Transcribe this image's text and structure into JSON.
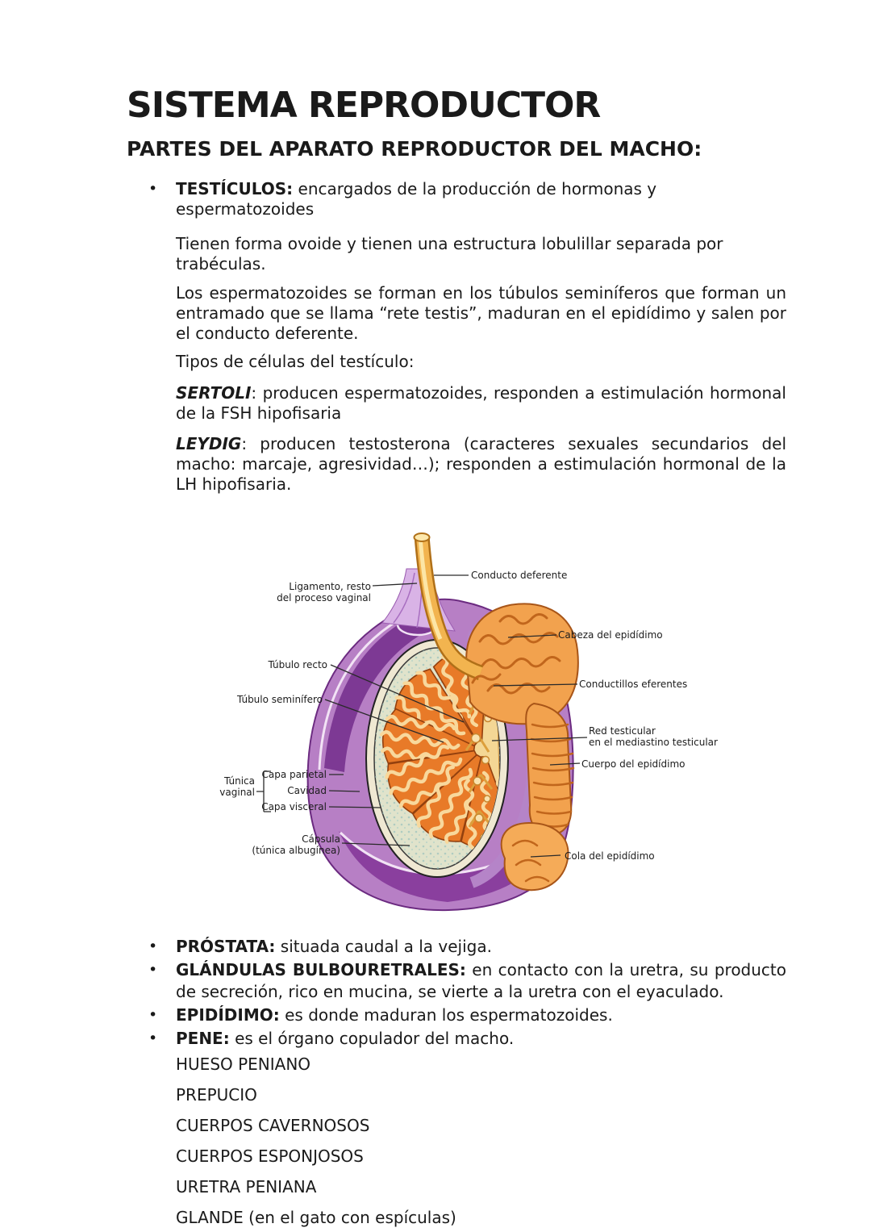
{
  "page": {
    "title": "SISTEMA REPRODUCTOR",
    "subtitle": "PARTES DEL APARATO REPRODUCTOR DEL MACHO:"
  },
  "testiculos": {
    "term": "TESTÍCULOS:",
    "desc": " encargados de la producción de hormonas y espermatozoides",
    "p1": "Tienen forma ovoide y tienen una estructura lobulillar separada por trabéculas.",
    "p2": "Los espermatozoides se forman en los túbulos seminíferos que forman un entramado que se llama “rete testis”, maduran en el epidídimo y salen por el conducto deferente.",
    "p3": "Tipos de células del testículo:",
    "sertoli_term": "SERTOLI",
    "sertoli_desc": ": producen espermatozoides, responden a estimulación hormonal de la FSH hipofisaria",
    "leydig_term": "LEYDIG",
    "leydig_desc": ": producen testosterona (caracteres sexuales secundarios del macho: marcaje, agresividad…); responden a estimulación hormonal de la LH hipofisaria."
  },
  "diagram": {
    "labels": {
      "conducto_deferente": "Conducto deferente",
      "ligamento_l1": "Ligamento, resto",
      "ligamento_l2": "del proceso vaginal",
      "cabeza": "Cabeza del epidídimo",
      "tubulo_recto": "Túbulo recto",
      "tubulo_seminifero": "Túbulo seminífero",
      "conductillos": "Conductillos eferentes",
      "red_l1": "Red testicular",
      "red_l2": "en el mediastino testicular",
      "cuerpo": "Cuerpo del epidídimo",
      "tunica_l1": "Túnica",
      "tunica_l2": "vaginal",
      "capa_parietal": "Capa parietal",
      "cavidad": "Cavidad",
      "capa_visceral": "Capa visceral",
      "capsula_l1": "Cápsula",
      "capsula_l2": "(túnica albugínea)",
      "cola": "Cola del epidídimo"
    },
    "colors": {
      "tunica_outer": "#b77fc5",
      "tunica_dark": "#7d3994",
      "capsule_cream": "#efe8d2",
      "interior": "#e0e3cb",
      "septa_teal": "#9fc3bf",
      "lobule_orange": "#e87a28",
      "tubule_cream": "#f8d89c",
      "mediastinum_tan": "#f4d795",
      "epididymis_orange": "#f2a24e",
      "duct_yellow": "#f2b44f"
    }
  },
  "bullets": [
    {
      "term": "PRÓSTATA:",
      "desc": " situada caudal a la vejiga."
    },
    {
      "term": "GLÁNDULAS BULBOURETRALES:",
      "desc": " en contacto con la uretra, su producto de secreción, rico en mucina, se vierte a la uretra con el eyaculado."
    },
    {
      "term": "EPIDÍDIMO:",
      "desc": " es donde maduran los espermatozoides."
    },
    {
      "term": "PENE:",
      "desc": " es el órgano copulador del macho."
    }
  ],
  "pene_parts": [
    "HUESO PENIANO",
    "PREPUCIO",
    "CUERPOS CAVERNOSOS",
    "CUERPOS ESPONJOSOS",
    "URETRA PENIANA",
    "GLANDE (en el gato con espículas)"
  ]
}
